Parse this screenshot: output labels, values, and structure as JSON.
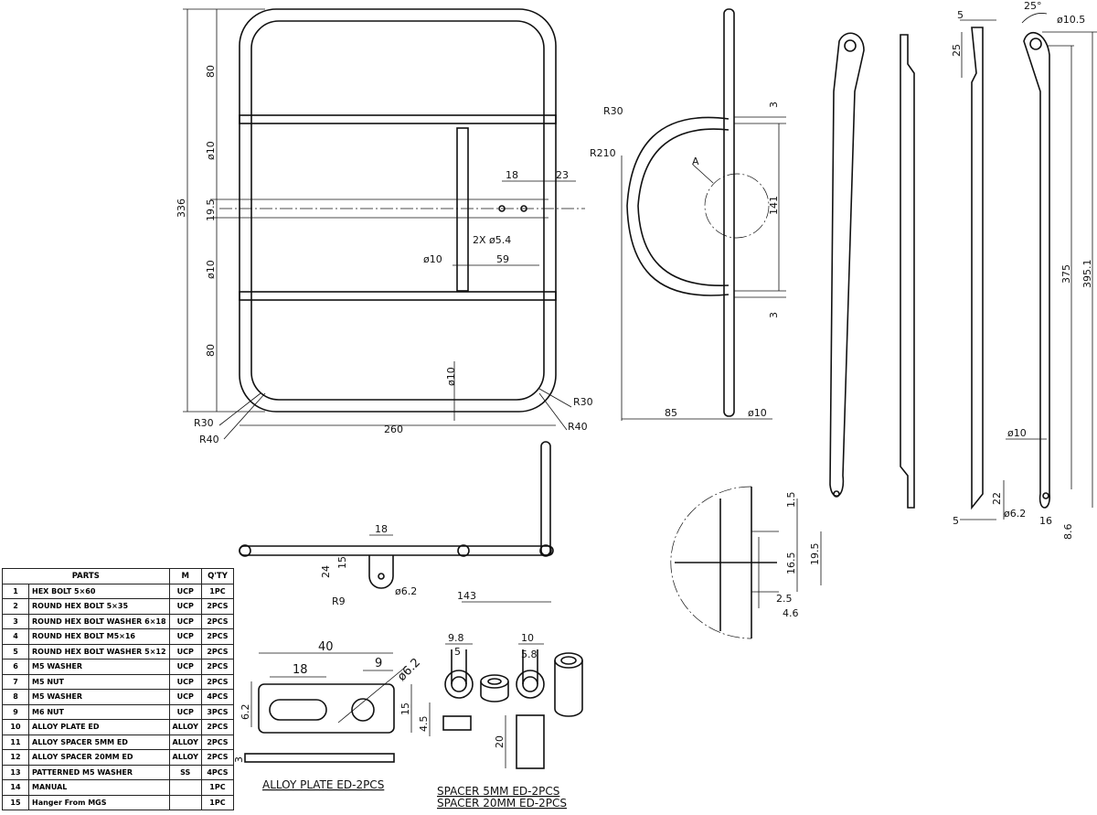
{
  "front_view": {
    "overall_height": "336",
    "top_spacing": "80",
    "tube_dia_top": "ø10",
    "center_gap": "19.5",
    "tube_dia_bottom": "ø10",
    "bottom_spacing": "80",
    "width": "260",
    "radius_inner_left": "R30",
    "radius_outer_left": "R40",
    "radius_inner_right": "R30",
    "radius_outer_right": "R40",
    "hole_spacing": "18",
    "hole_offset": "23",
    "hole_spec": "2X ø5.4",
    "vertical_bar_dia": "ø10",
    "bar_offset": "59",
    "bottom_tube_dia": "ø10"
  },
  "side_view": {
    "bend_radius": "R30",
    "curve_radius": "R210",
    "detail_label": "A",
    "detail_height": "141",
    "top_gap": "3",
    "bottom_gap": "3",
    "depth": "85",
    "tube_dia": "ø10"
  },
  "hanger_view": {
    "thickness_top": "5",
    "tab_length": "25",
    "thickness_bottom": "5",
    "bottom_tab": "22",
    "angle": "25°",
    "top_hole": "ø10.5",
    "inner_length": "375",
    "overall_length": "395.1",
    "rod_dia": "ø10",
    "bottom_hole": "ø6.2",
    "bottom_width": "16",
    "bottom_offset": "8.6"
  },
  "top_view": {
    "tab_width": "18",
    "tab_height": "24",
    "hole_center": "15",
    "tab_radius": "R9",
    "hole_dia": "ø6.2",
    "length": "143"
  },
  "detail_a": {
    "gap_top": "1.5",
    "inner_height": "16.5",
    "outer_height": "19.5",
    "inner_depth": "2.5",
    "outer_depth": "4.6"
  },
  "alloy_plate": {
    "length": "40",
    "slot_length": "18",
    "hole_offset": "9",
    "hole_dia": "ø6.2",
    "slot_width": "6.2",
    "height": "15",
    "spacer_thickness": "4.5",
    "plate_thickness": "3",
    "title": "ALLOY PLATE ED-2PCS"
  },
  "spacers": {
    "outer_5mm": "9.8",
    "inner_5mm": "5",
    "outer_20mm": "10",
    "inner_20mm": "5.8",
    "height_20mm": "20",
    "title_1": "SPACER 5MM ED-2PCS",
    "title_2": "SPACER 20MM ED-2PCS"
  },
  "parts_table": {
    "headers": [
      "PARTS",
      "M",
      "Q'TY"
    ],
    "rows": [
      {
        "no": "1",
        "part": "HEX BOLT 5×60",
        "m": "UCP",
        "qty": "1PC"
      },
      {
        "no": "2",
        "part": "ROUND HEX BOLT 5×35",
        "m": "UCP",
        "qty": "2PCS"
      },
      {
        "no": "3",
        "part": "ROUND HEX BOLT WASHER 6×18",
        "m": "UCP",
        "qty": "2PCS"
      },
      {
        "no": "4",
        "part": "ROUND HEX BOLT M5×16",
        "m": "UCP",
        "qty": "2PCS"
      },
      {
        "no": "5",
        "part": "ROUND HEX BOLT WASHER 5×12",
        "m": "UCP",
        "qty": "2PCS"
      },
      {
        "no": "6",
        "part": "M5 WASHER",
        "m": "UCP",
        "qty": "2PCS"
      },
      {
        "no": "7",
        "part": "M5 NUT",
        "m": "UCP",
        "qty": "2PCS"
      },
      {
        "no": "8",
        "part": "M5 WASHER",
        "m": "UCP",
        "qty": "4PCS"
      },
      {
        "no": "9",
        "part": "M6 NUT",
        "m": "UCP",
        "qty": "3PCS"
      },
      {
        "no": "10",
        "part": "ALLOY PLATE ED",
        "m": "ALLOY",
        "qty": "2PCS"
      },
      {
        "no": "11",
        "part": "ALLOY SPACER 5MM ED",
        "m": "ALLOY",
        "qty": "2PCS"
      },
      {
        "no": "12",
        "part": "ALLOY SPACER 20MM ED",
        "m": "ALLOY",
        "qty": "2PCS"
      },
      {
        "no": "13",
        "part": "PATTERNED M5 WASHER",
        "m": "SS",
        "qty": "4PCS"
      },
      {
        "no": "14",
        "part": "MANUAL",
        "m": "",
        "qty": "1PC"
      },
      {
        "no": "15",
        "part": "Hanger From MGS",
        "m": "",
        "qty": "1PC"
      }
    ]
  }
}
